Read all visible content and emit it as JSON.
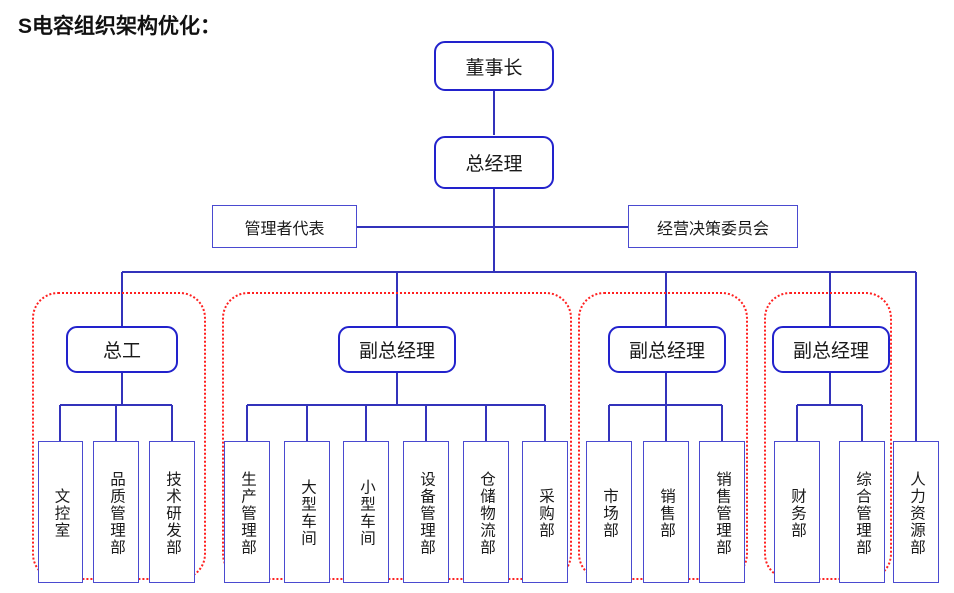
{
  "title": "S电容组织架构优化：",
  "colors": {
    "box_border": "#2222cc",
    "thin_border": "#4a4ad0",
    "group_dotted": "#ff2020",
    "wire": "#3333bb",
    "text": "#1a1a1a",
    "background": "#ffffff"
  },
  "chart_data": {
    "type": "diagram",
    "title": "S电容组织架构优化：",
    "nodes": {
      "chairman": "董事长",
      "general_manager": "总经理",
      "management_rep": "管理者代表",
      "decision_committee": "经营决策委员会",
      "chief_engineer": "总工",
      "deputy_1": "副总经理",
      "deputy_2": "副总经理",
      "deputy_3": "副总经理"
    },
    "groups": [
      {
        "id": "group-1",
        "head": "总工",
        "children": [
          "文控室",
          "品质管理部",
          "技术研发部"
        ]
      },
      {
        "id": "group-2",
        "head": "副总经理",
        "children": [
          "生产管理部",
          "大型车间",
          "小型车间",
          "设备管理部",
          "仓储物流部",
          "采购部"
        ]
      },
      {
        "id": "group-3",
        "head": "副总经理",
        "children": [
          "市场部",
          "销售部",
          "销售管理部"
        ]
      },
      {
        "id": "group-4",
        "head": "副总经理",
        "children": [
          "财务部",
          "综合管理部"
        ]
      }
    ],
    "ungrouped": [
      "人力资源部"
    ]
  },
  "leaves": {
    "wenkong": "文控室",
    "pinzhi": "品质管理部",
    "jishu": "技术研发部",
    "shengchan": "生产管理部",
    "daxing": "大型车间",
    "xiaoxing": "小型车间",
    "shebei": "设备管理部",
    "cangchu": "仓储物流部",
    "caigou": "采购部",
    "shichang": "市场部",
    "xiaoshou": "销售部",
    "xiaoshouguanli": "销售管理部",
    "caiwu": "财务部",
    "zonghe": "综合管理部",
    "renli": "人力资源部"
  }
}
